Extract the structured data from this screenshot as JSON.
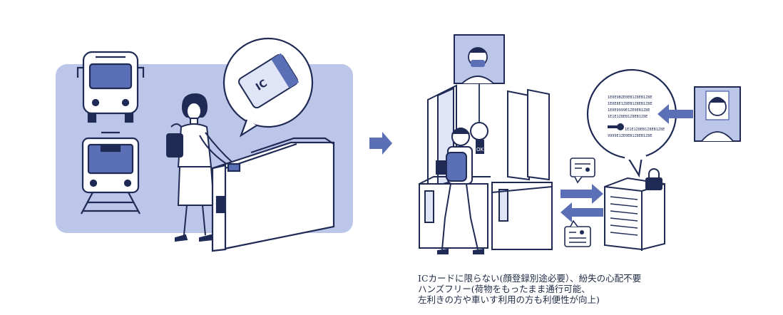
{
  "left_scene": {
    "ic_card_label": "IC"
  },
  "right_scene": {
    "gate_tag": "OK",
    "server_data_lines": [
      "1E0E9BZE0EB1Z8EB1Z8E",
      "1E0E8E1Z8EB1Z8EB1Z8E",
      "1E0E9999E1ZE0EB1Z8E",
      "1E1E1Z8EB1Z8EB1Z8E",
      "9999E1ZE0EB1Z8EB1Z8E",
      "1E1E1Z8EB1Z8EB1Z8E"
    ]
  },
  "caption": {
    "line1": "ICカードに限らない(顔登録別途必要）、紛失の心配不要",
    "line2": "ハンズフリー(荷物をもったまま通行可能、",
    "line3": "左利きの方や車いす利用の方も利便性が向上)"
  },
  "colors": {
    "panel": "#bcc6e8",
    "ink": "#1f2a55",
    "accent": "#5a6fb5",
    "light": "#dfe5f6"
  }
}
